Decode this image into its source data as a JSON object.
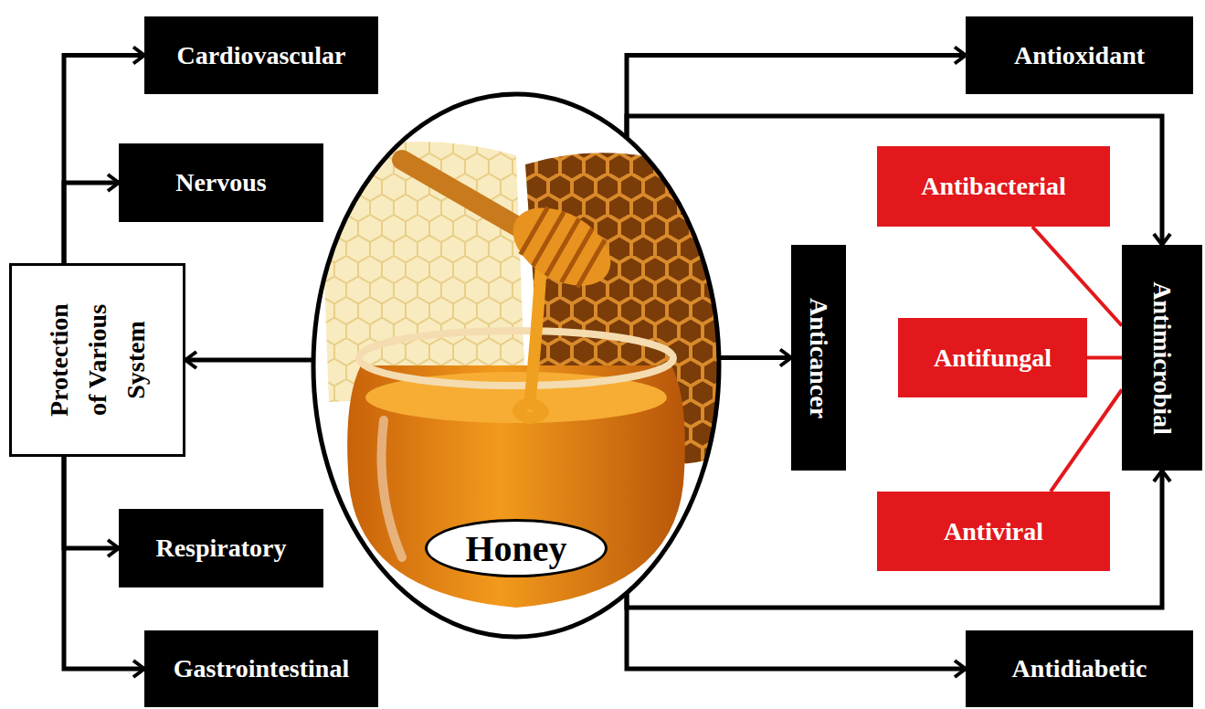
{
  "diagram": {
    "nodes": [
      {
        "text": [
          "Protection of Various System"
        ]
      },
      {
        "text": [
          "Cardiovascular"
        ]
      },
      {
        "text": [
          "Nervous"
        ]
      },
      {
        "text": [
          "Respiratory"
        ]
      },
      {
        "text": [
          "Gastrointestinal"
        ]
      },
      {
        "text": [
          "Honey"
        ]
      },
      {
        "text": [
          "Antioxidant"
        ]
      },
      {
        "text": [
          "Anticancer"
        ]
      },
      {
        "text": [
          "Antibacterial"
        ]
      },
      {
        "text": [
          "Antifungal"
        ]
      },
      {
        "text": [
          "Antiviral"
        ]
      },
      {
        "text": [
          "Antimicrobial"
        ]
      },
      {
        "text": [
          "Antidiabetic"
        ]
      }
    ],
    "edges": [
      {
        "from": 5,
        "to": 0,
        "arrow": "to"
      },
      {
        "from": 0,
        "to": 1,
        "arrow": "to"
      },
      {
        "from": 0,
        "to": 2,
        "arrow": "to"
      },
      {
        "from": 0,
        "to": 3,
        "arrow": "to"
      },
      {
        "from": 0,
        "to": 4,
        "arrow": "to"
      },
      {
        "from": 5,
        "to": 6,
        "arrow": "to"
      },
      {
        "from": 5,
        "to": 11,
        "arrow": "to"
      },
      {
        "from": 5,
        "to": 7,
        "arrow": "to"
      },
      {
        "from": 5,
        "to": 11,
        "arrow": "to"
      },
      {
        "from": 5,
        "to": 12,
        "arrow": "to"
      },
      {
        "from": 8,
        "to": 11,
        "arrow": "none"
      },
      {
        "from": 9,
        "to": 11,
        "arrow": "none"
      },
      {
        "from": 10,
        "to": 11,
        "arrow": "none"
      }
    ]
  }
}
